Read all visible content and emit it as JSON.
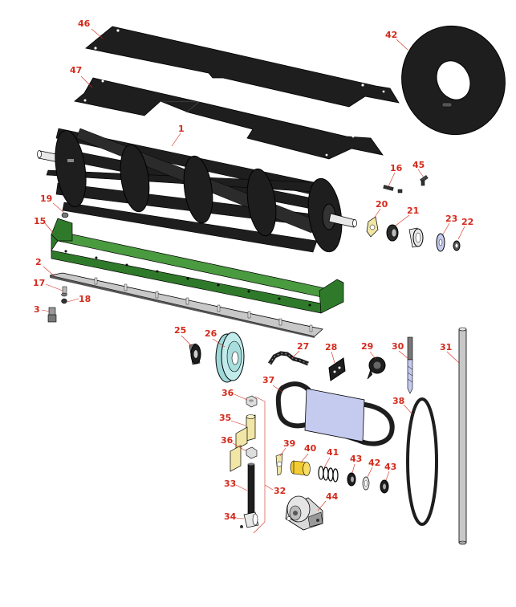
{
  "colors": {
    "callout": "#d42a1c",
    "part_dark": "#1e1e1e",
    "part_green": "#2f7a2a",
    "part_blue": "#c5cbef",
    "part_cyan": "#c2ecec",
    "part_yellow": "#f1e6a6",
    "part_gray": "#c8c8c8"
  },
  "callouts": [
    {
      "id": "46",
      "label": "46"
    },
    {
      "id": "42a",
      "label": "42"
    },
    {
      "id": "47",
      "label": "47"
    },
    {
      "id": "1",
      "label": "1"
    },
    {
      "id": "16",
      "label": "16"
    },
    {
      "id": "45",
      "label": "45"
    },
    {
      "id": "19",
      "label": "19"
    },
    {
      "id": "20",
      "label": "20"
    },
    {
      "id": "21",
      "label": "21"
    },
    {
      "id": "23",
      "label": "23"
    },
    {
      "id": "22",
      "label": "22"
    },
    {
      "id": "15",
      "label": "15"
    },
    {
      "id": "2",
      "label": "2"
    },
    {
      "id": "17",
      "label": "17"
    },
    {
      "id": "18",
      "label": "18"
    },
    {
      "id": "3",
      "label": "3"
    },
    {
      "id": "25",
      "label": "25"
    },
    {
      "id": "26",
      "label": "26"
    },
    {
      "id": "27",
      "label": "27"
    },
    {
      "id": "28",
      "label": "28"
    },
    {
      "id": "29",
      "label": "29"
    },
    {
      "id": "30",
      "label": "30"
    },
    {
      "id": "31",
      "label": "31"
    },
    {
      "id": "37",
      "label": "37"
    },
    {
      "id": "36a",
      "label": "36"
    },
    {
      "id": "38",
      "label": "38"
    },
    {
      "id": "35",
      "label": "35"
    },
    {
      "id": "36b",
      "label": "36"
    },
    {
      "id": "39",
      "label": "39"
    },
    {
      "id": "40",
      "label": "40"
    },
    {
      "id": "41",
      "label": "41"
    },
    {
      "id": "43a",
      "label": "43"
    },
    {
      "id": "42b",
      "label": "42"
    },
    {
      "id": "43b",
      "label": "43"
    },
    {
      "id": "33",
      "label": "33"
    },
    {
      "id": "32",
      "label": "32"
    },
    {
      "id": "44",
      "label": "44"
    },
    {
      "id": "34",
      "label": "34"
    }
  ]
}
